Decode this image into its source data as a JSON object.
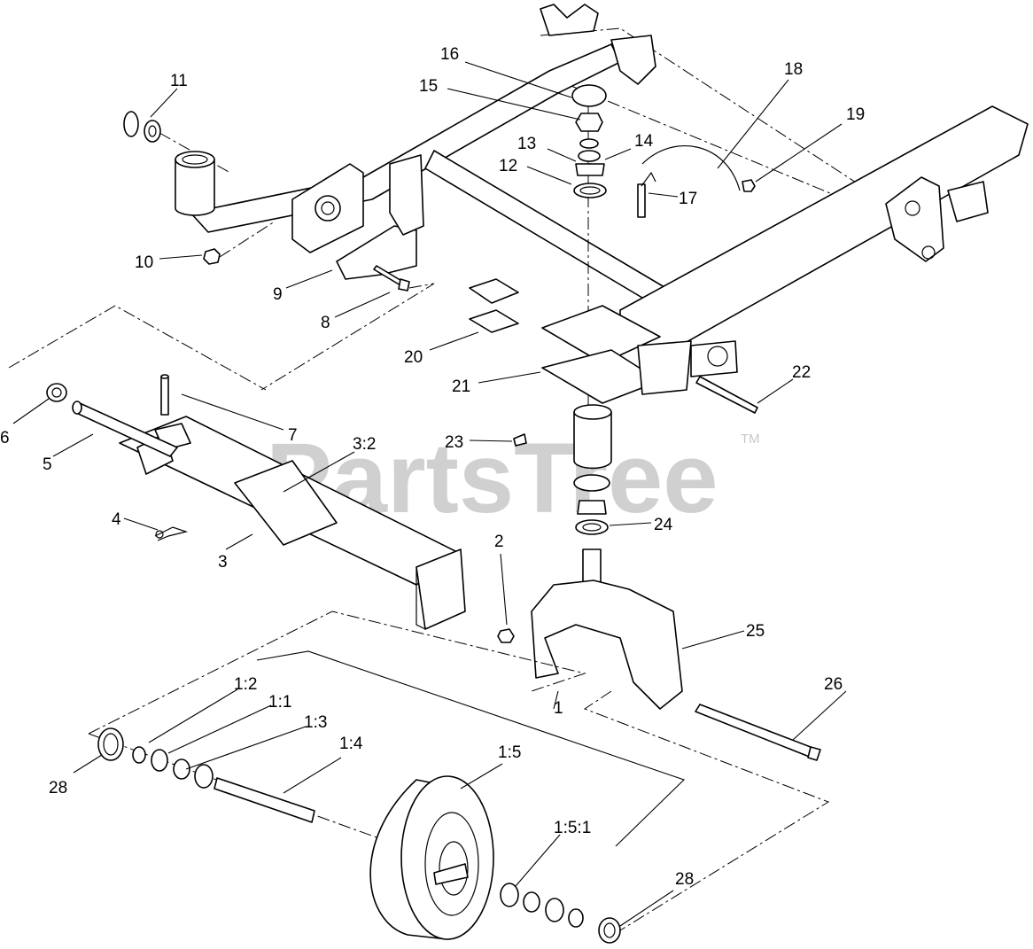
{
  "watermark": {
    "text": "PartsTree",
    "trademark": "TM"
  },
  "callouts": {
    "c1": "1",
    "c1_1": "1:1",
    "c1_2": "1:2",
    "c1_3": "1:3",
    "c1_4": "1:4",
    "c1_5": "1:5",
    "c1_5_1": "1:5:1",
    "c2": "2",
    "c3": "3",
    "c3_2": "3:2",
    "c4": "4",
    "c5": "5",
    "c6": "6",
    "c7": "7",
    "c8": "8",
    "c9": "9",
    "c10": "10",
    "c11": "11",
    "c12": "12",
    "c13": "13",
    "c14": "14",
    "c15": "15",
    "c16": "16",
    "c17": "17",
    "c18": "18",
    "c19": "19",
    "c20": "20",
    "c21": "21",
    "c22": "22",
    "c23": "23",
    "c24": "24",
    "c25": "25",
    "c26": "26",
    "c28a": "28",
    "c28b": "28"
  }
}
